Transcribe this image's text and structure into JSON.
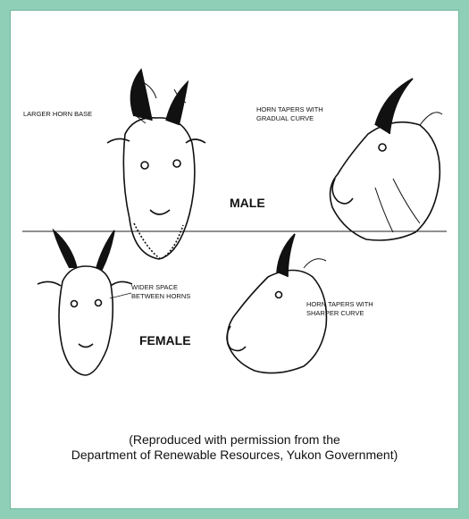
{
  "labels": {
    "larger_horn_base": "LARGER HORN BASE",
    "gradual_1": "HORN TAPERS WITH",
    "gradual_2": "GRADUAL CURVE",
    "male": "MALE",
    "wider_1": "WIDER SPACE",
    "wider_2": "BETWEEN HORNS",
    "sharper_1": "HORN TAPERS WITH",
    "sharper_2": "SHARPER CURVE",
    "female": "FEMALE"
  },
  "caption": {
    "line1": "(Reproduced with permission from the",
    "line2": "Department of Renewable Resources, Yukon Government)"
  },
  "colors": {
    "frame": "#8fcfb8",
    "panel": "#ffffff",
    "ink": "#111111"
  }
}
